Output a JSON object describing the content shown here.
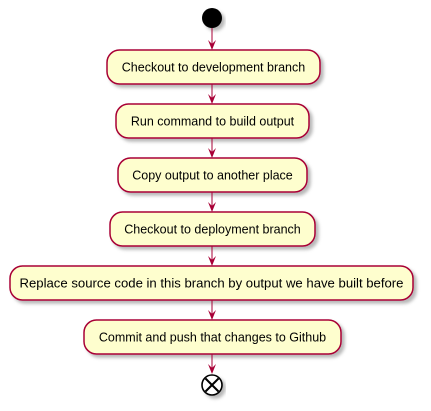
{
  "diagram": {
    "type": "activity",
    "start_node": "start",
    "end_node": "end",
    "steps": [
      {
        "label": "Checkout to development branch"
      },
      {
        "label": "Run command to build output"
      },
      {
        "label": "Copy output to another place"
      },
      {
        "label": "Checkout to deployment branch"
      },
      {
        "label": "Replace source code in this branch by output we have built before"
      },
      {
        "label": "Commit and push that changes to Github"
      }
    ],
    "colors": {
      "box_fill": "#FEFECE",
      "box_stroke": "#A80036",
      "arrow": "#A80036",
      "node": "#000000"
    }
  }
}
